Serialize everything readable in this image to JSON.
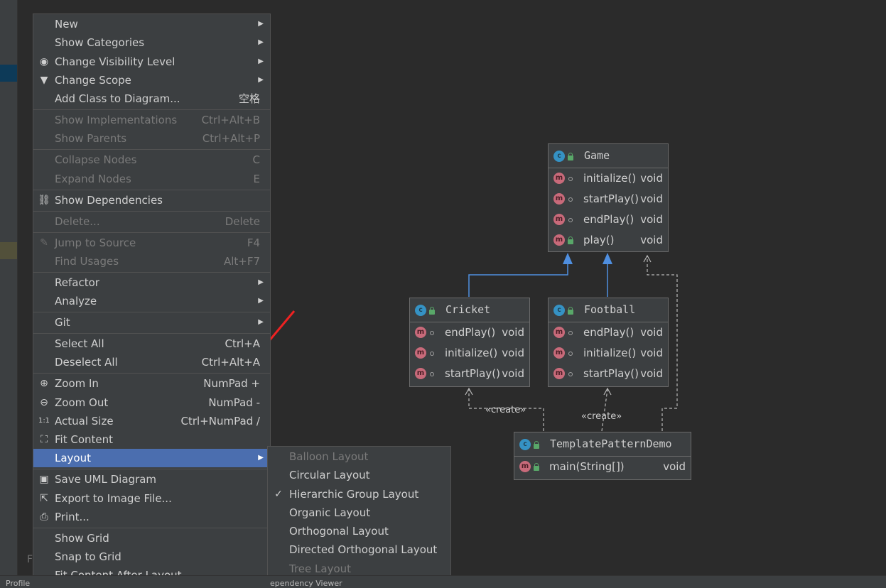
{
  "menu": {
    "items": [
      {
        "label": "New",
        "submenu": true
      },
      {
        "label": "Show Categories",
        "submenu": true
      },
      {
        "label": "Change Visibility Level",
        "submenu": true,
        "icon": "eye-icon"
      },
      {
        "label": "Change Scope",
        "submenu": true,
        "icon": "filter-icon"
      },
      {
        "label": "Add Class to Diagram...",
        "shortcut": "空格"
      },
      {
        "label": "Show Implementations",
        "shortcut": "Ctrl+Alt+B",
        "disabled": true
      },
      {
        "label": "Show Parents",
        "shortcut": "Ctrl+Alt+P",
        "disabled": true
      },
      {
        "label": "Collapse Nodes",
        "shortcut": "C",
        "disabled": true
      },
      {
        "label": "Expand Nodes",
        "shortcut": "E",
        "disabled": true
      },
      {
        "label": "Show Dependencies",
        "icon": "link-icon"
      },
      {
        "label": "Delete...",
        "shortcut": "Delete",
        "disabled": true
      },
      {
        "label": "Jump to Source",
        "shortcut": "F4",
        "disabled": true,
        "icon": "pencil-icon"
      },
      {
        "label": "Find Usages",
        "shortcut": "Alt+F7",
        "disabled": true
      },
      {
        "label": "Refactor",
        "submenu": true
      },
      {
        "label": "Analyze",
        "submenu": true
      },
      {
        "label": "Git",
        "submenu": true
      },
      {
        "label": "Select All",
        "shortcut": "Ctrl+A"
      },
      {
        "label": "Deselect All",
        "shortcut": "Ctrl+Alt+A"
      },
      {
        "label": "Zoom In",
        "shortcut": "NumPad +",
        "icon": "zoom-in-icon"
      },
      {
        "label": "Zoom Out",
        "shortcut": "NumPad -",
        "icon": "zoom-out-icon"
      },
      {
        "label": "Actual Size",
        "shortcut": "Ctrl+NumPad /",
        "icon": "actual-size-icon"
      },
      {
        "label": "Fit Content",
        "icon": "fit-content-icon"
      },
      {
        "label": "Layout",
        "submenu": true,
        "selected": true
      },
      {
        "label": "Save UML Diagram",
        "icon": "save-icon"
      },
      {
        "label": "Export to Image File...",
        "icon": "export-icon"
      },
      {
        "label": "Print...",
        "icon": "print-icon"
      },
      {
        "label": "Show Grid"
      },
      {
        "label": "Snap to Grid"
      },
      {
        "label": "Fit Content After Layout"
      }
    ]
  },
  "layout_submenu": {
    "items": [
      {
        "label": "Balloon Layout",
        "disabled": true
      },
      {
        "label": "Circular Layout"
      },
      {
        "label": "Hierarchic Group Layout",
        "checked": true
      },
      {
        "label": "Organic Layout"
      },
      {
        "label": "Orthogonal Layout"
      },
      {
        "label": "Directed Orthogonal Layout"
      },
      {
        "label": "Tree Layout",
        "disabled": true
      }
    ]
  },
  "diagram": {
    "classes": {
      "game": {
        "name": "Game",
        "methods": [
          {
            "name": "initialize()",
            "type": "void"
          },
          {
            "name": "startPlay()",
            "type": "void"
          },
          {
            "name": "endPlay()",
            "type": "void"
          },
          {
            "name": "play()",
            "type": "void"
          }
        ]
      },
      "cricket": {
        "name": "Cricket",
        "methods": [
          {
            "name": "endPlay()",
            "type": "void"
          },
          {
            "name": "initialize()",
            "type": "void"
          },
          {
            "name": "startPlay()",
            "type": "void"
          }
        ]
      },
      "football": {
        "name": "Football",
        "methods": [
          {
            "name": "endPlay()",
            "type": "void"
          },
          {
            "name": "initialize()",
            "type": "void"
          },
          {
            "name": "startPlay()",
            "type": "void"
          }
        ]
      },
      "demo": {
        "name": "TemplatePatternDemo",
        "methods": [
          {
            "name": "main(String[])",
            "type": "void"
          }
        ]
      }
    },
    "create_label": "«create»",
    "class_badge": "c",
    "method_badge": "m"
  },
  "statusbar": {
    "left": "Profile",
    "mid": "ependency Viewer"
  },
  "colors": {
    "selection": "#4b6eaf",
    "arrow": "#ee2222",
    "inherit": "#4f8fe0"
  }
}
